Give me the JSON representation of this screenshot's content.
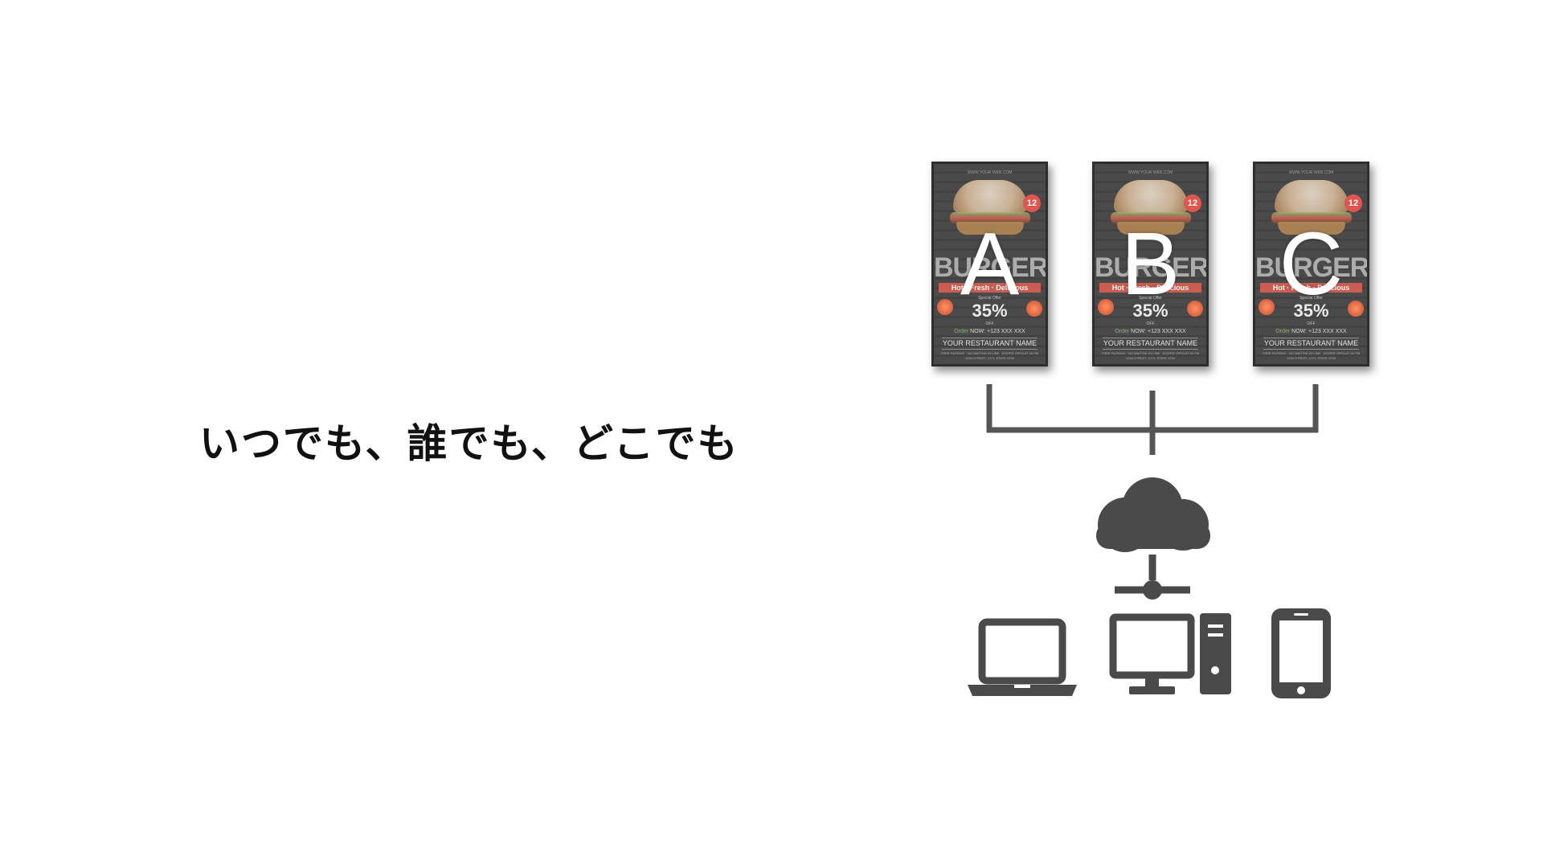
{
  "tagline": "いつでも、誰でも、どこでも",
  "displays": [
    {
      "letter": "A"
    },
    {
      "letter": "B"
    },
    {
      "letter": "C"
    }
  ],
  "poster": {
    "url": "WWW.YOUR-WEB.COM",
    "price_badge": "12",
    "headline": "BURGER",
    "tagline": "Hot · Fresh · Delicious",
    "offer_label": "Special Offer",
    "discount": "35%",
    "off_label": "OFF",
    "order_label": "Order",
    "order_now": "NOW:",
    "phone": "+123 XXX XXX",
    "restaurant_name": "YOUR RESTAURANT NAME",
    "info_line": "FREE PARKING · NO WAITING IN LINE · DOORS OPEN AT 06 PM",
    "address_line": "1234 STREET, CITY, STATE 1234"
  },
  "icons": [
    "cloud-icon",
    "network-node-icon",
    "laptop-icon",
    "desktop-computer-icon",
    "smartphone-icon"
  ],
  "colors": {
    "icon_gray": "#4a4a4a",
    "text": "#111111",
    "accent_red": "#c0392b"
  }
}
